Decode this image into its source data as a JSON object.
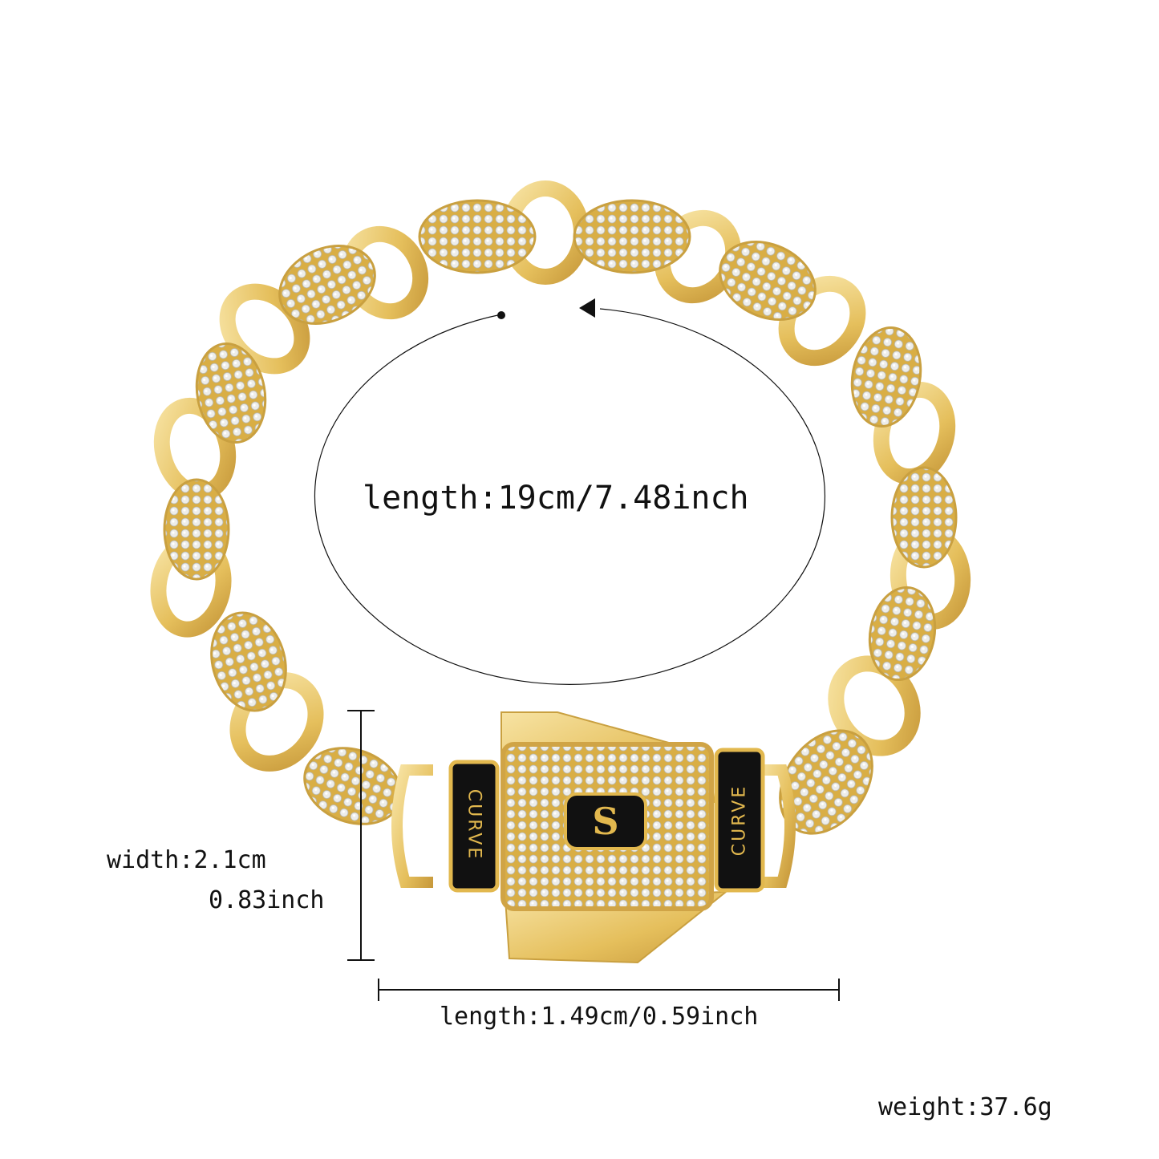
{
  "product": {
    "subject": "gold cubic zirconia link bracelet with rocket clasp",
    "clasp_engraving": "CURVE",
    "clasp_logo": "S",
    "colors": {
      "gold": "#E8C25A",
      "gold_light": "#F6E2A0",
      "gold_dark": "#B8862A",
      "enamel": "#111111",
      "stone": "#EDEDEA",
      "background": "#FFFFFF"
    }
  },
  "annotations": {
    "length_main": "length:19cm/7.48inch",
    "width_cm": "width:2.1cm",
    "width_inch": "0.83inch",
    "length_clasp": "length:1.49cm/0.59inch",
    "weight": "weight:37.6g"
  },
  "measurement_icons": {
    "circumference": "circular-arrow-icon",
    "width": "vertical-dimension-line-icon",
    "length": "horizontal-dimension-line-icon"
  }
}
